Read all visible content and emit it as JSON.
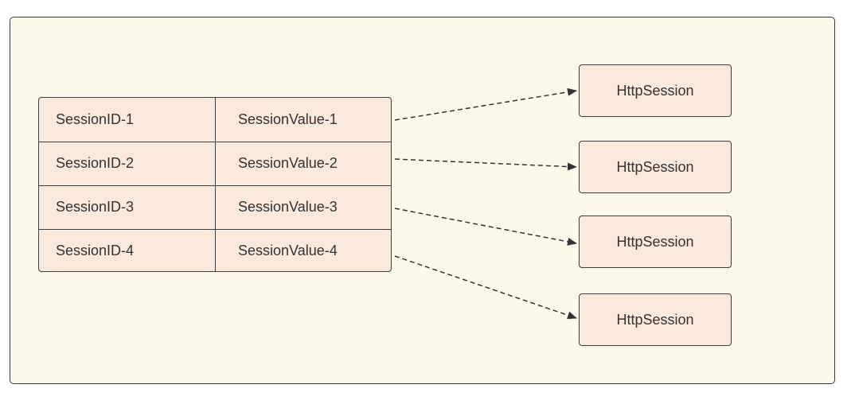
{
  "table": {
    "rows": [
      {
        "id": "SessionID-1",
        "value": "SessionValue-1"
      },
      {
        "id": "SessionID-2",
        "value": "SessionValue-2"
      },
      {
        "id": "SessionID-3",
        "value": "SessionValue-3"
      },
      {
        "id": "SessionID-4",
        "value": "SessionValue-4"
      }
    ]
  },
  "sessions": [
    {
      "label": "HttpSession"
    },
    {
      "label": "HttpSession"
    },
    {
      "label": "HttpSession"
    },
    {
      "label": "HttpSession"
    }
  ],
  "colors": {
    "panel_bg": "#fcf8ea",
    "box_fill": "#fbe9db",
    "stroke": "#3d3d3d"
  }
}
